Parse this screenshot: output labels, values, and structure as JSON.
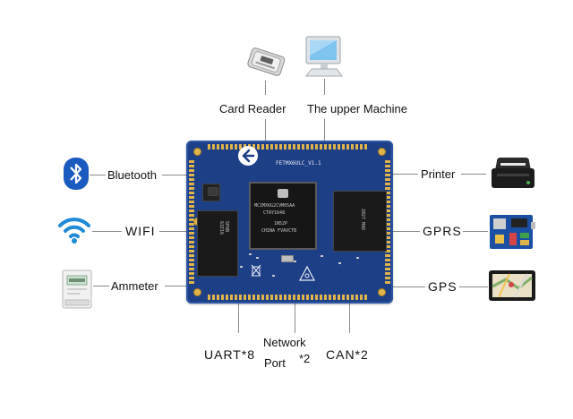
{
  "labels": {
    "card_reader": "Card Reader",
    "upper_machine": "The upper Machine",
    "bluetooth": "Bluetooth",
    "wifi": "WIFI",
    "ammeter": "Ammeter",
    "printer": "Printer",
    "gprs": "GPRS",
    "gps": "GPS",
    "uart": "UART*8",
    "network_line1": "Network",
    "network_line2": "Port",
    "network_count": "*2",
    "can": "CAN*2"
  },
  "board": {
    "title": "FETMX6ULC_V1.1",
    "cpu_lines": [
      "MCIMX6G2CVM05AA",
      "CTAY1648",
      "1N52P",
      "CHINA FVAVCTB"
    ]
  },
  "colors": {
    "board": "#1d3f86",
    "gold": "#e0b44a",
    "bluetooth": "#1a5bbf",
    "wifi": "#1f8ad6",
    "line": "#8a8a8a"
  },
  "icons": [
    "card-reader-icon",
    "monitor-icon",
    "bluetooth-icon",
    "wifi-icon",
    "ammeter-icon",
    "printer-icon",
    "gprs-board-icon",
    "gps-navigator-icon"
  ]
}
